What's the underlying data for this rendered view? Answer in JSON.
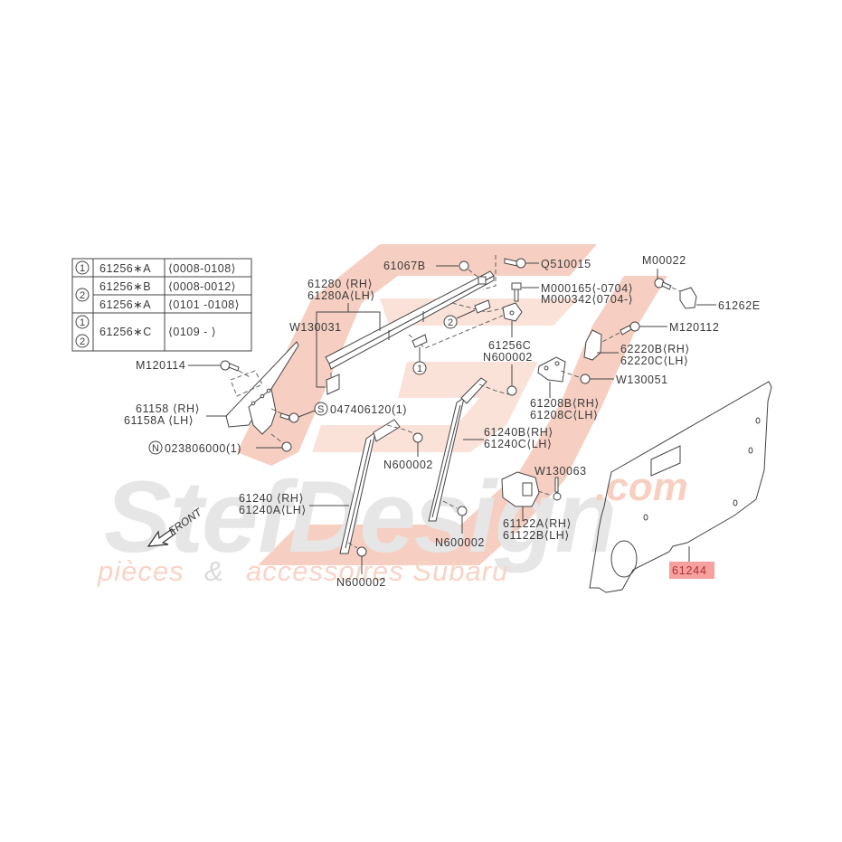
{
  "diagram": {
    "title": "Subaru door window glass parts diagram",
    "watermark": {
      "brand": "StefDesign",
      "domain_suffix": ".com",
      "tagline_part1": "pièces",
      "tagline_amp": "&",
      "tagline_part2": "accessoires Subaru",
      "colors": {
        "red": "#f6cdbf",
        "gray": "#e3e3e3"
      }
    },
    "legend_table": {
      "rows": [
        {
          "symbols": [
            "1"
          ],
          "part": "61256∗A",
          "range": "⟨0008-0108⟩"
        },
        {
          "symbols": [
            "2"
          ],
          "part": "61256∗B",
          "range": "⟨0008-0012⟩"
        },
        {
          "symbols": [
            "2"
          ],
          "part": "61256∗A",
          "range": "⟨0101 -0108⟩"
        },
        {
          "symbols": [
            "1",
            "2"
          ],
          "part": "61256∗C",
          "range": "⟨0109 -    ⟩"
        }
      ]
    },
    "labels": {
      "p61067B": "61067B",
      "q510015": "Q510015",
      "m00022": "M00022",
      "m000165": "M000165⟨-0704⟩",
      "m000342": "M000342⟨0704-⟩",
      "p61262E": "61262E",
      "p61280": "61280 ⟨RH⟩",
      "p61280A": "61280A⟨LH⟩",
      "w130031": "W130031",
      "m120112": "M120112",
      "p61256C": "61256C",
      "n600002_a": "N600002",
      "p62220B": "62220B⟨RH⟩",
      "p62220C": "62220C⟨LH⟩",
      "w130051": "W130051",
      "m120114": "M120114",
      "p61208B": "61208B⟨RH⟩",
      "p61208C": "61208C⟨LH⟩",
      "p61158": "61158  ⟨RH⟩",
      "p61158A": "61158A ⟨LH⟩",
      "s047406120": "047406120(1)",
      "s_symbol": "S",
      "p61240B": "61240B⟨RH⟩",
      "p61240C": "61240C⟨LH⟩",
      "n023806000": "023806000(1)",
      "n_symbol": "N",
      "n600002_b": "N600002",
      "w130063": "W130063",
      "p61240": "61240  ⟨RH⟩",
      "p61240A": "61240A⟨LH⟩",
      "p61122A": "61122A⟨RH⟩",
      "p61122B": "61122B⟨LH⟩",
      "n600002_c": "N600002",
      "n600002_d": "N600002",
      "callout_1": "1",
      "callout_2": "2",
      "front": "FRONT",
      "p61244": "61244"
    },
    "highlight": {
      "part": "61244",
      "color": "#f7a0a0"
    }
  }
}
